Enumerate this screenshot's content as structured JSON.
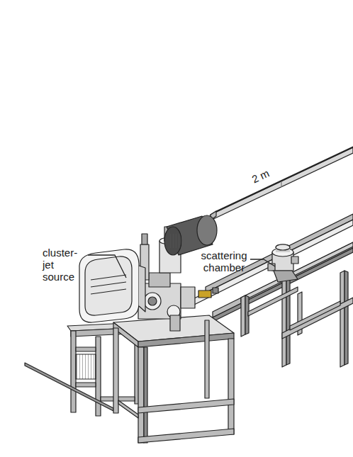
{
  "diagram": {
    "labels": [
      "cluster-jet source",
      "scattering chamber",
      "2 m"
    ]
  }
}
